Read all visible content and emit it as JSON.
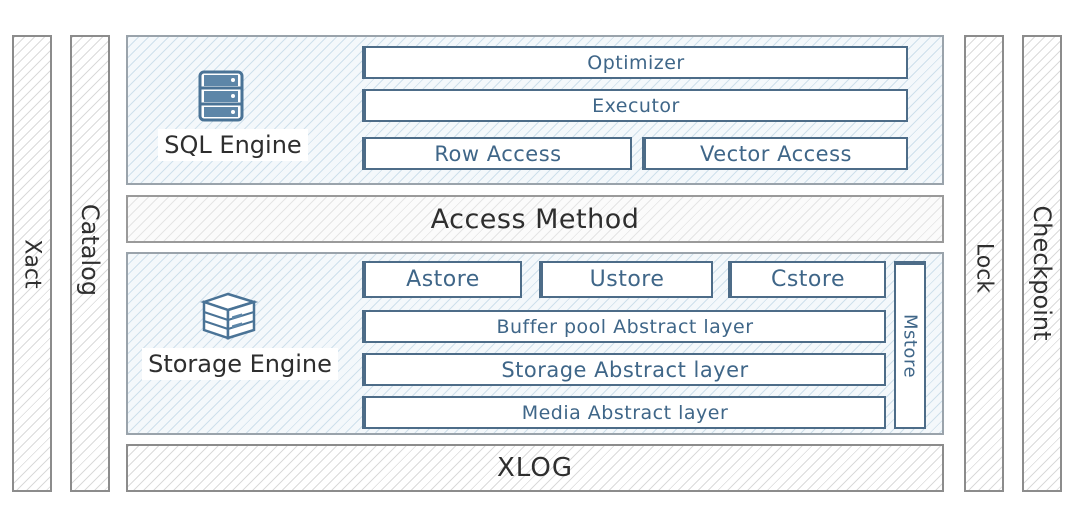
{
  "side_bars": {
    "xact": "Xact",
    "catalog": "Catalog",
    "lock": "Lock",
    "checkpoint": "Checkpoint"
  },
  "sql_engine": {
    "label": "SQL Engine",
    "icon": "database-icon",
    "modules": {
      "optimizer": "Optimizer",
      "executor": "Executor",
      "row_access": "Row Access",
      "vector_access": "Vector Access"
    }
  },
  "access_method": "Access Method",
  "storage_engine": {
    "label": "Storage Engine",
    "icon": "server-icon",
    "stores": {
      "astore": "Astore",
      "ustore": "Ustore",
      "cstore": "Cstore",
      "mstore": "Mstore"
    },
    "layers": {
      "buffer_pool": "Buffer pool Abstract layer",
      "storage": "Storage Abstract layer",
      "media": "Media Abstract layer"
    }
  },
  "xlog": "XLOG",
  "colors": {
    "module_text": "#3f6688",
    "module_border": "#4d6c88",
    "icon_blue": "#4a7396",
    "gray_border": "#8c8c8c"
  }
}
